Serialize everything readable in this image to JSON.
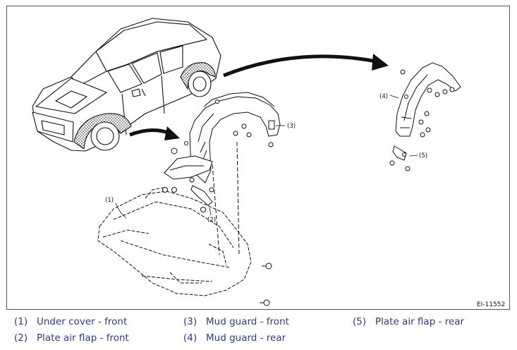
{
  "figure": {
    "id": "EI-11552",
    "callouts": {
      "c1": "(1)",
      "c2": "(2)",
      "c3": "(3)",
      "c4": "(4)",
      "c5": "(5)"
    }
  },
  "legend": [
    {
      "num": "(1)",
      "label": "Under cover - front"
    },
    {
      "num": "(2)",
      "label": "Plate air flap - front"
    },
    {
      "num": "(3)",
      "label": "Mud guard - front"
    },
    {
      "num": "(4)",
      "label": "Mud guard - rear"
    },
    {
      "num": "(5)",
      "label": "Plate air flap - rear"
    }
  ]
}
